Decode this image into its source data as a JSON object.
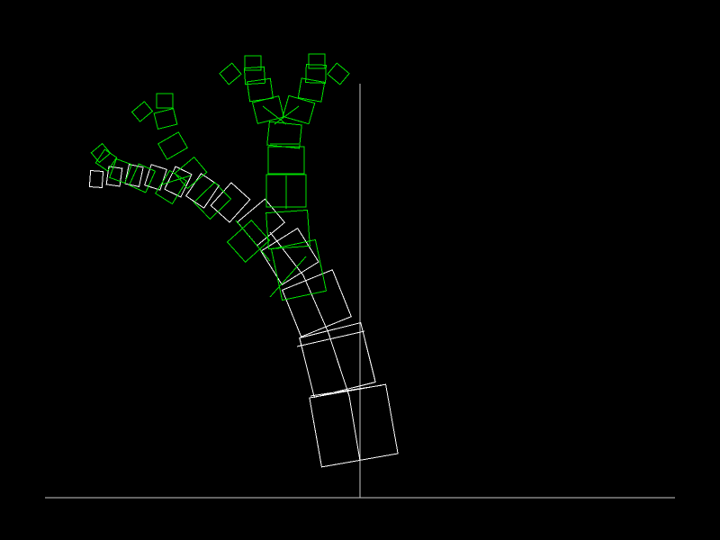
{
  "canvas": {
    "background": "#000000"
  },
  "colors": {
    "axis": "#c8c8c8",
    "primary_skeleton": "#ffffff",
    "secondary_skeleton": "#00e000"
  },
  "scene": {
    "kind": "wireframe-tree",
    "description_shown": false,
    "skeletons": [
      {
        "name_shown": false,
        "color_key": "primary_skeleton"
      },
      {
        "name_shown": false,
        "color_key": "secondary_skeleton"
      }
    ]
  }
}
